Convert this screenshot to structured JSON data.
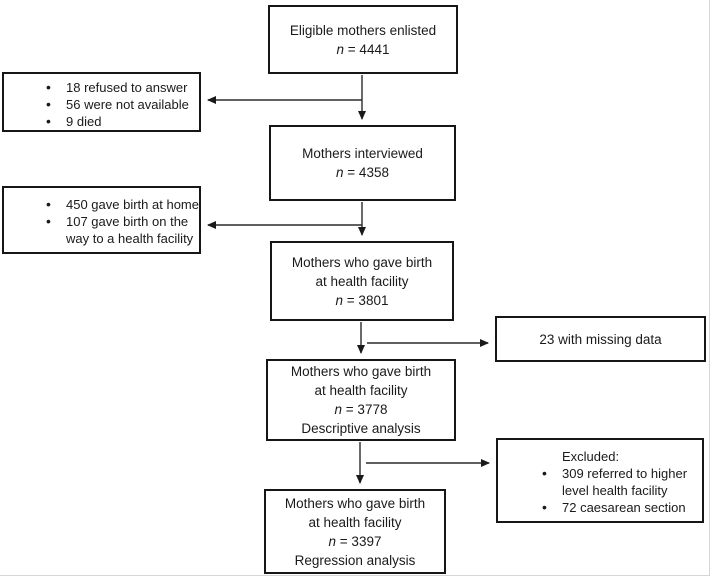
{
  "figure": {
    "background": "#ffffff",
    "box_border_color": "#161616",
    "arrow_color": "#2b2b2b"
  },
  "boxes": {
    "enlisted": {
      "line1": "Eligible mothers enlisted",
      "n_italic": "n",
      "n_rest": " = 4441"
    },
    "interviewed": {
      "line1": "Mothers interviewed",
      "n_italic": "n",
      "n_rest": " = 4358"
    },
    "birth_facility": {
      "line1": "Mothers who gave birth",
      "line2": "at health facility",
      "n_italic": "n",
      "n_rest": " = 3801"
    },
    "descriptive": {
      "line1": "Mothers who gave birth",
      "line2": "at health facility",
      "n_italic": "n",
      "n_rest": " = 3778",
      "analysis": "Descriptive analysis"
    },
    "regression": {
      "line1": "Mothers who gave birth",
      "line2": "at health facility",
      "n_italic": "n",
      "n_rest": " = 3397",
      "analysis": "Regression analysis"
    },
    "refused": {
      "items": [
        "18 refused to answer",
        "56 were not available",
        "9 died"
      ]
    },
    "home_birth": {
      "items": [
        "450 gave birth at home",
        "107 gave birth on the way to a health facility"
      ]
    },
    "missing": {
      "text": "23 with missing data"
    },
    "excluded": {
      "header": "Excluded:",
      "items": [
        "309 referred to higher level health facility",
        "72 caesarean section"
      ]
    }
  }
}
